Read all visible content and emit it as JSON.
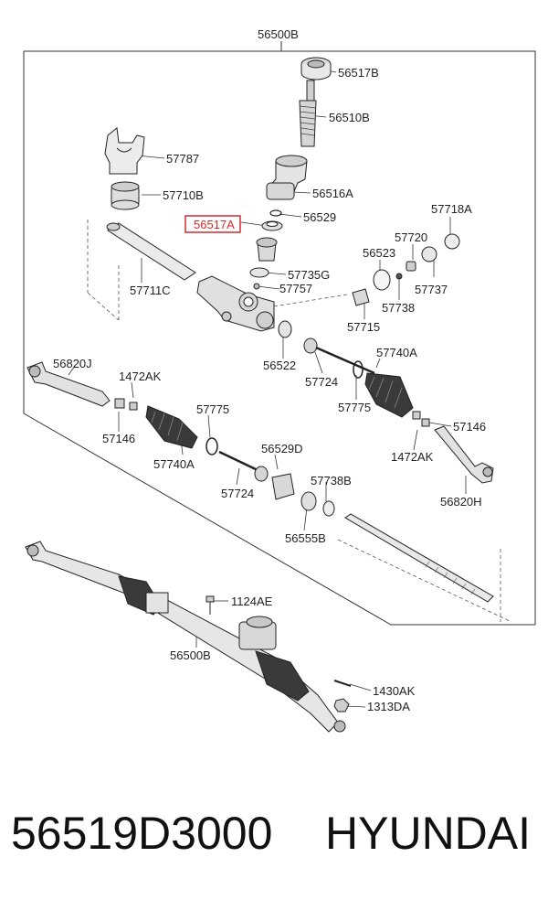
{
  "diagram": {
    "callouts": {
      "assembly_top": "56500B",
      "p56517B": "56517B",
      "p56510B": "56510B",
      "p57787": "57787",
      "p57710B": "57710B",
      "p56516A": "56516A",
      "p56529": "56529",
      "p56517A": "56517A",
      "p57718A": "57718A",
      "p57720": "57720",
      "p56523": "56523",
      "p57735G": "57735G",
      "p57711C": "57711C",
      "p57757": "57757",
      "p57737": "57737",
      "p57738": "57738",
      "p57715": "57715",
      "p56820J_left": "56820J",
      "p56522": "56522",
      "p57740A_right": "57740A",
      "p1472AK_left": "1472AK",
      "p57724_upper": "57724",
      "p57775_right": "57775",
      "p57775_left": "57775",
      "p57146_left": "57146",
      "p57146_right": "57146",
      "p56529D": "56529D",
      "p1472AK_right": "1472AK",
      "p57740A_left": "57740A",
      "p57738B": "57738B",
      "p57724_lower": "57724",
      "p56820H": "56820H",
      "p56555B": "56555B",
      "p1124AE": "1124AE",
      "assembly_bottom": "56500B",
      "p1430AK": "1430AK",
      "p1313DA": "1313DA"
    },
    "highlight_color": "#d42a2a"
  },
  "footer": {
    "part_number": "56519D3000",
    "brand": "HYUNDAI"
  }
}
